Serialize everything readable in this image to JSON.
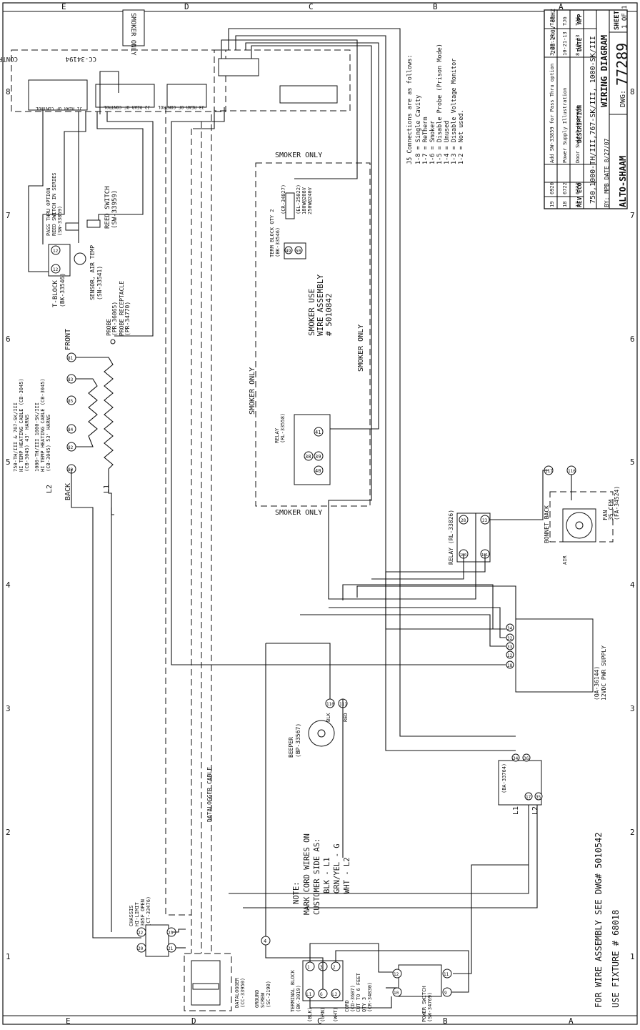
{
  "frame": {
    "zone_letters": [
      "E",
      "D",
      "C",
      "B",
      "A"
    ],
    "zone_numbers": [
      "8",
      "7",
      "6",
      "5",
      "4",
      "3",
      "2",
      "1"
    ]
  },
  "title_block": {
    "company": "ALTO-SHAAM",
    "title": "WIRING DIAGRAM",
    "models": "750,1000-TH/III,767-SK/III, 1000-SK/III",
    "voltage": "208-240V 60HZ",
    "dwg_label": "DWG:",
    "dwg_number": "77289",
    "sheet_label": "SHEET",
    "sheet_value": "1 OF 1",
    "by": "BY: MPB DATE 8/27/07",
    "headers": {
      "rev": "REV",
      "eco": "ECO",
      "description": "DESCRIPTION",
      "date": "DATE",
      "app": "APP"
    },
    "revisions": [
      {
        "rev": "19",
        "eco": "6920",
        "description": "Add SW-33859 for Pass Thru option",
        "date": "3-28-14",
        "app": "TJG"
      },
      {
        "rev": "18",
        "eco": "6722",
        "description": "Power Supply Illustration",
        "date": "10-21-13",
        "app": "TJG"
      },
      {
        "rev": "17",
        "eco": "6732",
        "description": "Door Switch Upgrade",
        "date": "8-19-13",
        "app": "TJG"
      }
    ]
  },
  "j5_notes": {
    "heading": "J5 Connections are as follows:",
    "lines": [
      "1-8 = Single Cavity",
      "1-7 = ReTherm",
      "1-6 = Smoker",
      "1-5 = Disable Probe (Prison Mode)",
      "1-4 = Unused",
      "1-3 = Disable Voltage Monitor",
      "1-2 = Not used."
    ]
  },
  "labels": {
    "control": "CONTROL",
    "control_part": "CC-34194",
    "smoker_only_box": "SMOKER ONLY",
    "j1_rear": "J1 REAR OF CONTROL",
    "j2_rear": "J2 REAR OF CONTROL",
    "j3_rear": "J3 REAR OF CONTROL",
    "smoker_only": "SMOKER ONLY",
    "smoker_use_1": "SMOKER USE",
    "smoker_use_2": "WIRE ASSEMBLY",
    "smoker_use_3": "# 5010842",
    "term_block_1": "TERM BLOCK QTY 2",
    "term_block_2": "(BK-33546)",
    "term_block_3": "(CR-34827)",
    "element_1": "(EL-25022)",
    "element_2": "180W@208V",
    "element_3": "250W@240V",
    "relay_smoker_1": "RELAY",
    "relay_smoker_2": "(RL-33558)",
    "pass_thru_1": "PASS THRU OPTION",
    "pass_thru_2": "REED SWITCH IN SERIES",
    "pass_thru_3": "(SW-33859)",
    "reed_switch_1": "REED SWITCH",
    "reed_switch_2": "(SW-33959)",
    "sensor_1": "SENSOR, AIR TEMP",
    "sensor_2": "(SN-33541)",
    "t_block_1": "T-BLOCK",
    "t_block_2": "(BK-33546)",
    "probe_1": "PROBE",
    "probe_2": "(PR-36065)",
    "probe_3": "PROBE RECEPTACLE",
    "probe_4": "(PR-34770)",
    "cable_1": "750-TH/III & 767-SK/III",
    "cable_2": "HI TEMP HEATING CABLE (CB-3045)",
    "cable_3": "(CB-3045) 43' HARNS",
    "cable_4": "1000-TH/III 1000-SK/III",
    "cable_5": "HI TEMP HEATING CABLE (CB-3045)",
    "cable_6": "(CB-3045) 53' HARNS",
    "front": "FRONT",
    "back": "BACK",
    "l1": "L1",
    "l2": "L2",
    "relay_right_1": "RELAY (RL-33826)",
    "fan_1": "FAN",
    "fan_2": "35 CFM",
    "fan_3": "(FA-34524)",
    "bonnet": "BONNET BACK",
    "air": "AIR",
    "power_supply_1": "(QA-36144)",
    "power_supply_2": "12VDC PWR SUPPLY",
    "beeper_1": "BEEPER",
    "beeper_2": "(BP-33567)",
    "bk": "BLK",
    "red": "RED",
    "ba_1": "(BA-33764)",
    "datalogger_cable": "DATALOGGER CABLE",
    "note_1": "NOTE:",
    "note_2": "MARK CORD WIRES ON",
    "note_3": "CUSTOMER SIDE AS:",
    "note_4": "BLK - L1",
    "note_5": "GRN/YEL - G",
    "note_6": "WHT - L2",
    "hi_limit_1": "CHASSIS",
    "hi_limit_2": "HI-LIMIT",
    "hi_limit_3": "305F OPEN",
    "hi_limit_4": "(CT-33476)",
    "datalogger_1": "DATALOGGER",
    "datalogger_2": "(CC-33950)",
    "ground_1": "GROUND",
    "ground_2": "SCREW",
    "ground_3": "(SC-2190)",
    "tb_1": "TERMINAL BLOCK",
    "tb_2": "(BK-3019)",
    "cord_1": "CORD",
    "cord_2": "(CD-3607)",
    "cord_3": "CUT TO 6 FEET",
    "cord_4": "QTY 3",
    "cord_5": "(CR-34830)",
    "blk": "(BLK)",
    "grn": "(GRN)",
    "wht": "(WHT)",
    "power_switch_1": "POWER SWITCH",
    "power_switch_2": "(SW-34769)",
    "wire_assembly": "FOR WIRE ASSEMBLY SEE DWG# 5010542",
    "fixture": "USE FIXTURE # 68018"
  },
  "terminals": {
    "tb_left": [
      "12",
      "12"
    ],
    "element_row": [
      "81",
      "83",
      "85",
      "84",
      "82",
      "80"
    ],
    "smoker_tb": [
      "49",
      "50"
    ],
    "relay_smoker": [
      "41",
      "40",
      "38",
      "39"
    ],
    "fan": [
      "117",
      "116"
    ],
    "relay_right": [
      "28",
      "23",
      "100",
      "101"
    ],
    "psu": [
      "34",
      "32",
      "33",
      "12",
      "18"
    ],
    "beeper": [
      "110",
      "111"
    ],
    "ba": [
      "34",
      "36",
      "17",
      "35"
    ],
    "hi_limit": [
      "22",
      "20",
      "21",
      "23"
    ],
    "cord_tb": [
      "L1",
      "G",
      "L2",
      "1",
      "3",
      "2"
    ],
    "ground": "4",
    "power_switch": [
      "12",
      "11",
      "10",
      "9"
    ]
  }
}
